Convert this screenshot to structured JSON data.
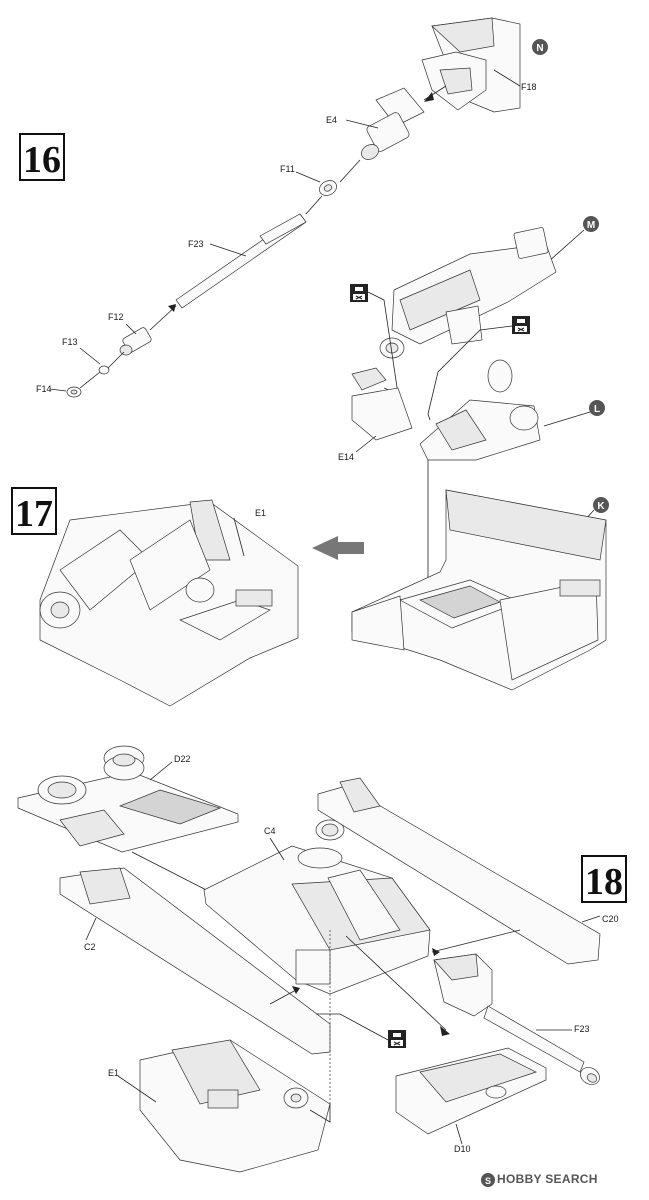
{
  "steps": [
    {
      "number": "16"
    },
    {
      "number": "17"
    },
    {
      "number": "18"
    }
  ],
  "parts": {
    "f18": "F18",
    "e4": "E4",
    "f11": "F11",
    "f23": "F23",
    "f12": "F12",
    "f13": "F13",
    "f14": "F14",
    "e14": "E14",
    "e1": "E1",
    "d22": "D22",
    "c4": "C4",
    "c2": "C2",
    "c20": "C20",
    "f23b": "F23",
    "e1b": "E1",
    "d10": "D10"
  },
  "markers": {
    "n": "N",
    "m": "M",
    "l": "L",
    "k": "K"
  },
  "watermark": {
    "text": "HOBBY SEARCH"
  }
}
